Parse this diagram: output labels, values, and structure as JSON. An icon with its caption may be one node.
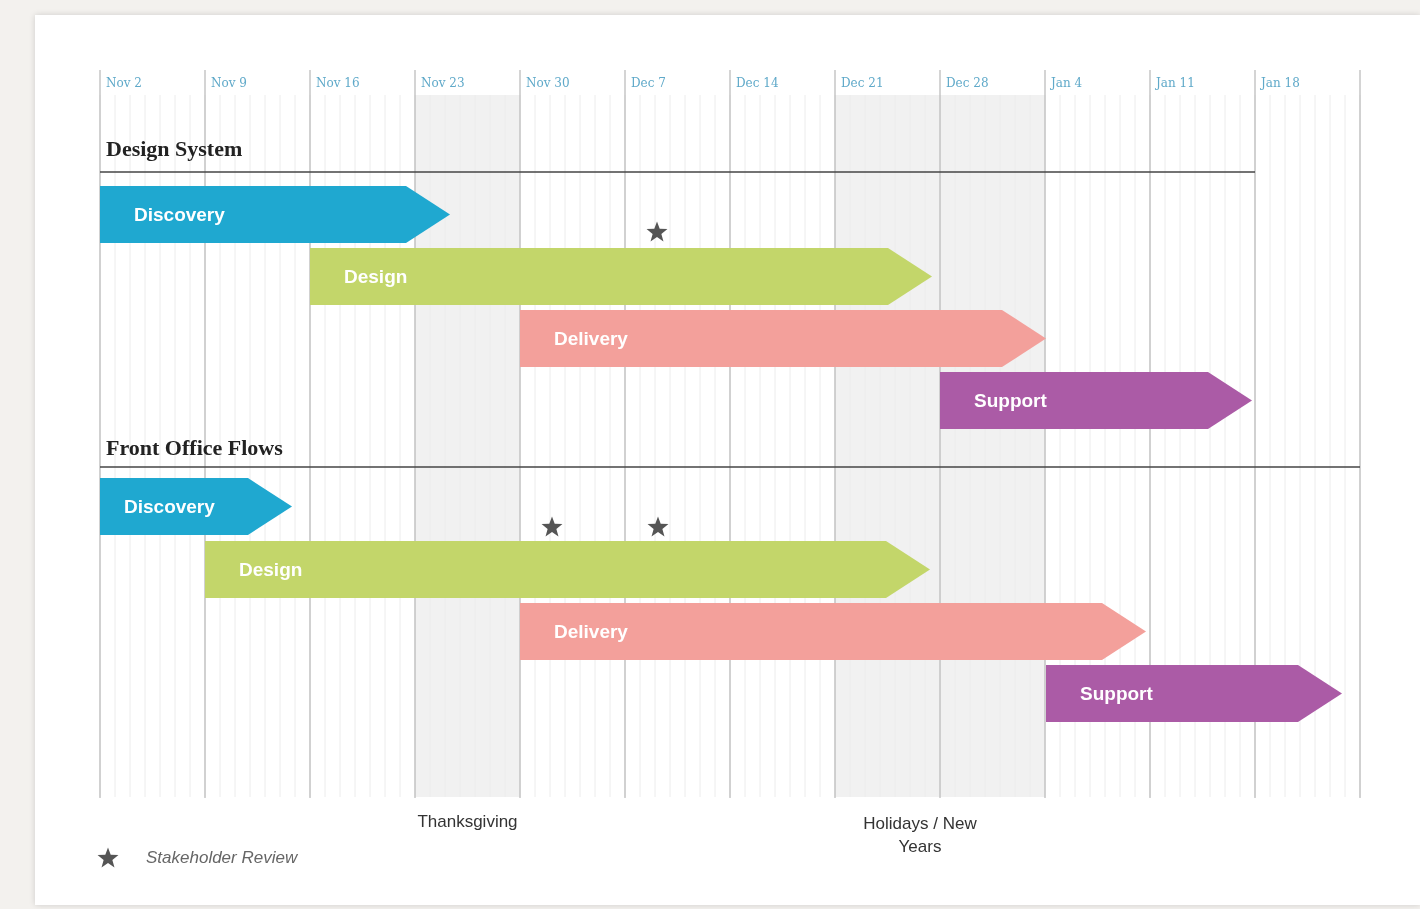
{
  "diagram": {
    "nodes": [
      {
        "text": [
          "Discovery"
        ]
      },
      {
        "text": [
          "Design"
        ]
      },
      {
        "text": [
          "Delivery"
        ]
      },
      {
        "text": [
          "Support"
        ]
      },
      {
        "text": [
          "Discovery"
        ]
      },
      {
        "text": [
          "Design"
        ]
      },
      {
        "text": [
          "Delivery"
        ]
      },
      {
        "text": [
          "Support"
        ]
      }
    ],
    "labels": [
      "Nov 2",
      "Nov 9",
      "Nov 16",
      "Nov 23",
      "Nov 30",
      "Dec 7",
      "Dec 14",
      "Dec 21",
      "Dec 28",
      "Jan 4",
      "Jan 11",
      "Jan 18",
      "Design System",
      "Front Office Flows",
      "Thanksgiving",
      "Holidays / New Years"
    ],
    "legend": [
      {
        "text": "Stakeholder Review"
      }
    ]
  }
}
